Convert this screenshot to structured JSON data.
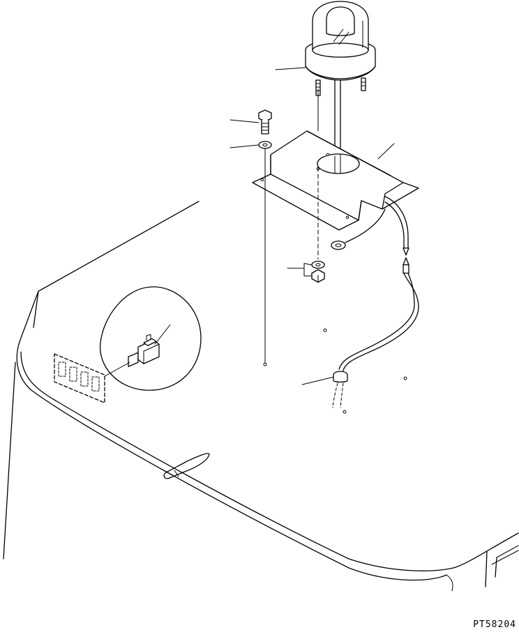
{
  "drawing": {
    "code": "PT58204",
    "colors": {
      "line": "#000000",
      "background": "#ffffff"
    },
    "parts": [
      "rotating-beacon-lamp",
      "bolt",
      "washer",
      "mounting-bracket",
      "washer-and-nut",
      "beacon-wire-harness",
      "grommet",
      "beacon-switch",
      "switch-panel",
      "cab-roof"
    ]
  }
}
